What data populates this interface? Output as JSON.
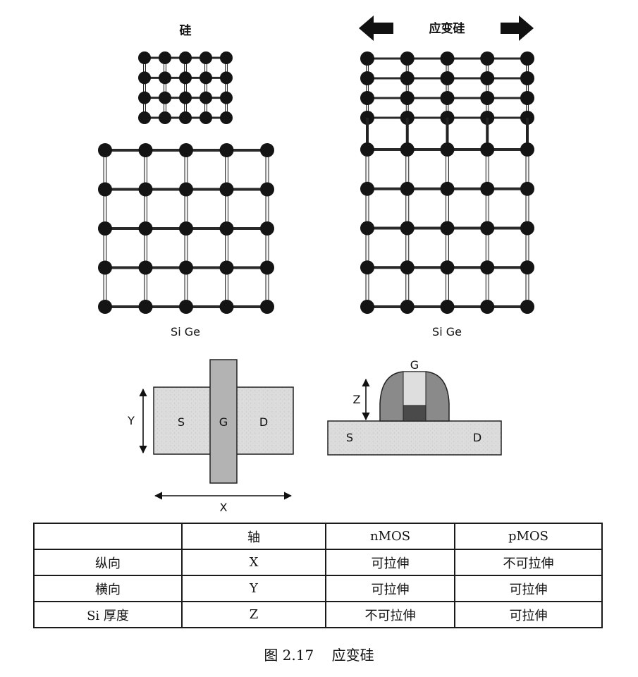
{
  "labels": {
    "silicon": "硅",
    "strained_silicon": "应变硅",
    "sige_left": "Si Ge",
    "sige_right": "Si Ge"
  },
  "top_view": {
    "axis_y": "Y",
    "axis_x": "X",
    "source": "S",
    "gate": "G",
    "drain": "D"
  },
  "side_view": {
    "gate": "G",
    "axis_z": "Z",
    "source": "S",
    "drain": "D"
  },
  "table": {
    "header": [
      "",
      "轴",
      "nMOS",
      "pMOS"
    ],
    "rows": [
      [
        "纵向",
        "X",
        "可拉伸",
        "不可拉伸"
      ],
      [
        "横向",
        "Y",
        "可拉伸",
        "可拉伸"
      ],
      [
        "Si 厚度",
        "Z",
        "不可拉伸",
        "可拉伸"
      ]
    ]
  },
  "caption": "图 2.17    应变硅"
}
